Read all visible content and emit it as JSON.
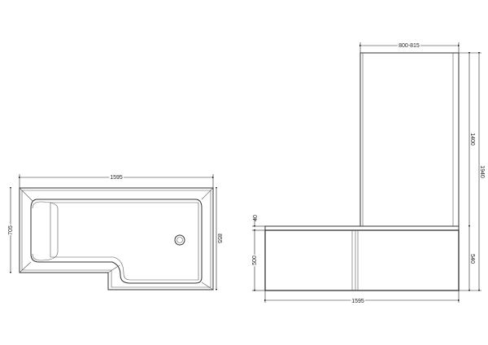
{
  "plan_view": {
    "length": "1595",
    "width_narrow": "705",
    "width_wide": "855"
  },
  "elevation_view": {
    "screen_width": "800-815",
    "screen_height": "1400",
    "total_height": "1940",
    "rim_height": "40",
    "panel_height": "500",
    "bath_height": "540",
    "length": "1595"
  }
}
